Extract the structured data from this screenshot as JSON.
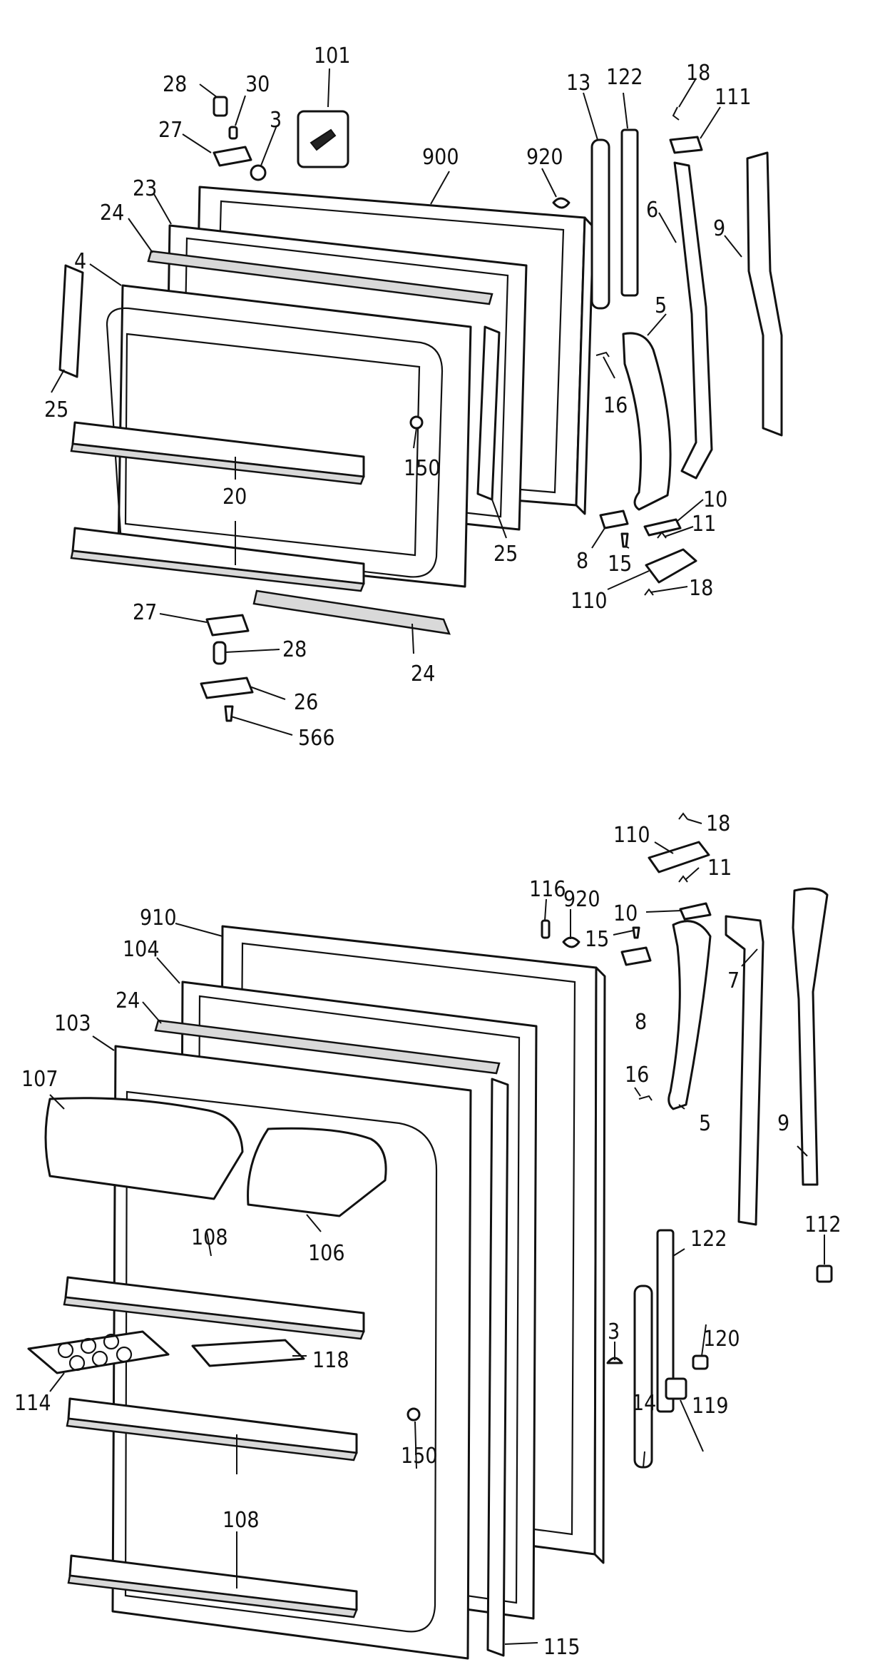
{
  "labels": {
    "top": [
      "28",
      "30",
      "101",
      "27",
      "3",
      "900",
      "920",
      "13",
      "122",
      "18",
      "111",
      "23",
      "24",
      "4",
      "6",
      "9",
      "5",
      "25",
      "16",
      "150",
      "20",
      "25",
      "10",
      "8",
      "15",
      "11",
      "110",
      "18",
      "27",
      "28",
      "24",
      "26",
      "566"
    ],
    "bottom": [
      "110",
      "18",
      "11",
      "116",
      "920",
      "10",
      "15",
      "910",
      "104",
      "24",
      "103",
      "107",
      "8",
      "7",
      "16",
      "5",
      "9",
      "108",
      "106",
      "112",
      "3",
      "122",
      "120",
      "114",
      "118",
      "14",
      "119",
      "150",
      "108",
      "115"
    ]
  }
}
